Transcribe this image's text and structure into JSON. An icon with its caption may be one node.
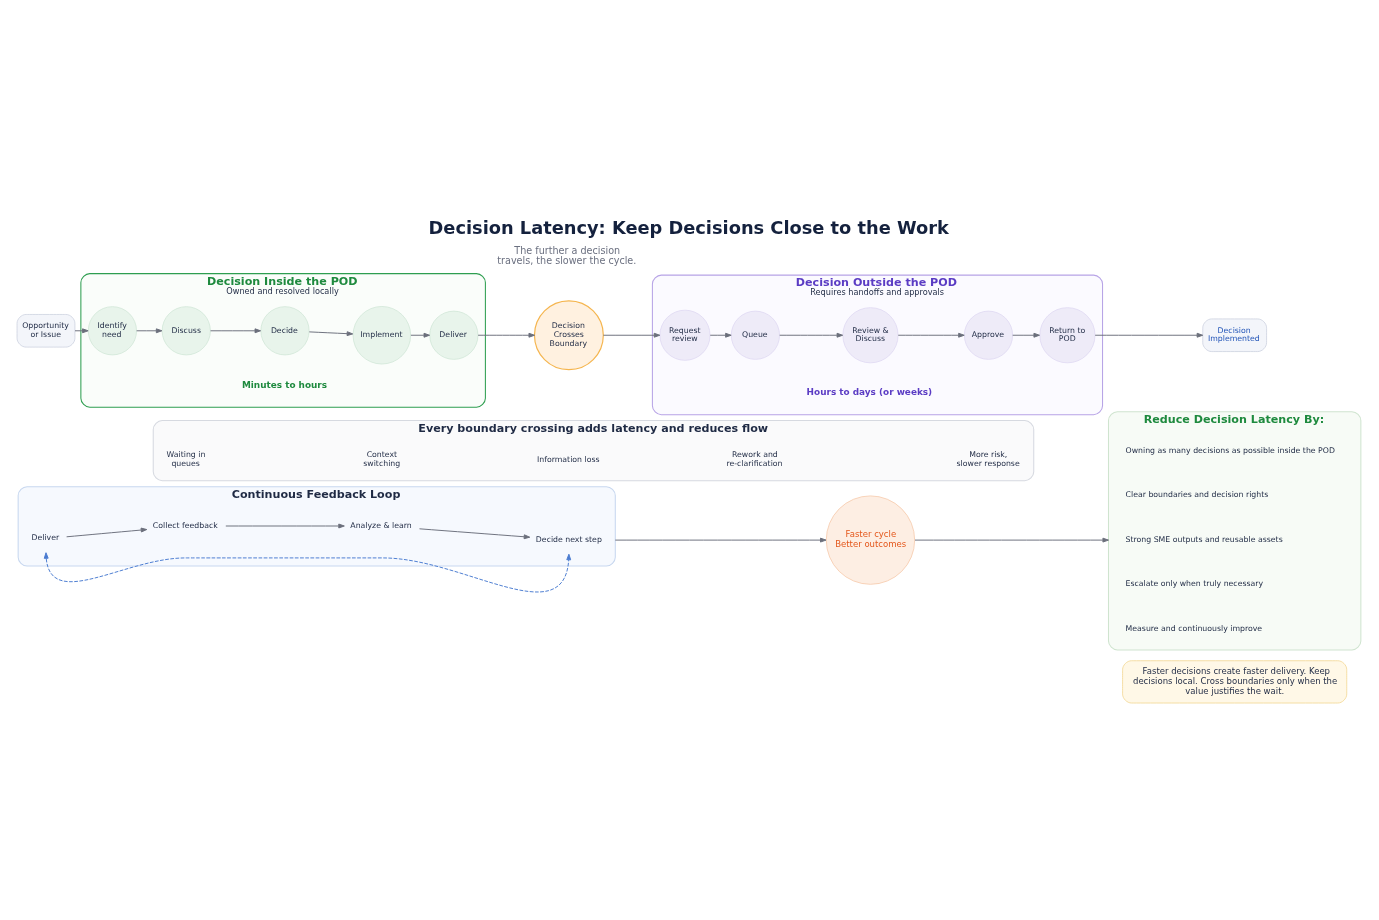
{
  "diagram": {
    "title": "Decision Latency: Keep Decisions Close to the Work",
    "nodes": [
      {
        "text": [
          "Opportunity or Issue"
        ]
      },
      {
        "text": [
          "Decision Inside the POD",
          "Owned and resolved locally"
        ],
        "beside": [
          "Minutes to hours"
        ]
      },
      {
        "text": [
          "Identify need"
        ],
        "in": 1
      },
      {
        "text": [
          "Discuss"
        ],
        "in": 1
      },
      {
        "text": [
          "Decide"
        ],
        "in": 1
      },
      {
        "text": [
          "Implement"
        ],
        "in": 1
      },
      {
        "text": [
          "Deliver"
        ],
        "in": 1
      },
      {
        "text": [
          "Decision Crosses Boundary"
        ]
      },
      {
        "text": [
          "Decision Outside the POD",
          "Requires handoffs and approvals"
        ],
        "beside": [
          "Hours to days (or weeks)"
        ]
      },
      {
        "text": [
          "Request review"
        ],
        "in": 8
      },
      {
        "text": [
          "Queue"
        ],
        "in": 8
      },
      {
        "text": [
          "Review & Discuss"
        ],
        "in": 8
      },
      {
        "text": [
          "Approve"
        ],
        "in": 8
      },
      {
        "text": [
          "Return to POD"
        ],
        "in": 8
      },
      {
        "text": [
          "Decision Implemented"
        ]
      },
      {
        "text": [
          "Every boundary crossing adds latency and reduces flow"
        ]
      },
      {
        "text": [
          "Waiting in queues"
        ],
        "in": 15
      },
      {
        "text": [
          "Context switching"
        ],
        "in": 15
      },
      {
        "text": [
          "Information loss"
        ],
        "in": 15
      },
      {
        "text": [
          "Rework and re-clarification"
        ],
        "in": 15
      },
      {
        "text": [
          "More risk, slower response"
        ],
        "in": 15
      },
      {
        "text": [
          "Continuous Feedback Loop"
        ]
      },
      {
        "text": [
          "Deliver"
        ],
        "in": 21
      },
      {
        "text": [
          "Collect feedback"
        ],
        "in": 21
      },
      {
        "text": [
          "Analyze & learn"
        ],
        "in": 21
      },
      {
        "text": [
          "Decide next step"
        ],
        "in": 21
      },
      {
        "text": [
          "Faster cycle",
          "Better outcomes"
        ]
      },
      {
        "text": [
          "Reduce Decision Latency By:"
        ]
      },
      {
        "text": [
          "Owning as many decisions as possible inside the POD"
        ],
        "in": 27
      },
      {
        "text": [
          "Clear boundaries and decision rights"
        ],
        "in": 27
      },
      {
        "text": [
          "Strong SME outputs and reusable assets"
        ],
        "in": 27
      },
      {
        "text": [
          "Escalate only when truly necessary"
        ],
        "in": 27
      },
      {
        "text": [
          "Measure and continuously improve"
        ],
        "in": 27
      },
      {
        "text": [
          "Faster decisions create faster delivery. Keep decisions local. Cross boundaries only when the value justifies the wait."
        ]
      }
    ],
    "edges": [
      {
        "from": 0,
        "to": 2,
        "arrow": "to"
      },
      {
        "from": 2,
        "to": 3,
        "arrow": "to"
      },
      {
        "from": 3,
        "to": 4,
        "arrow": "to"
      },
      {
        "from": 4,
        "to": 5,
        "arrow": "to"
      },
      {
        "from": 5,
        "to": 6,
        "arrow": "to"
      },
      {
        "from": 6,
        "to": 7,
        "arrow": "to"
      },
      {
        "from": 7,
        "to": 9,
        "arrow": "to"
      },
      {
        "from": 9,
        "to": 10,
        "arrow": "to"
      },
      {
        "from": 10,
        "to": 11,
        "arrow": "to"
      },
      {
        "from": 11,
        "to": 12,
        "arrow": "to"
      },
      {
        "from": 12,
        "to": 13,
        "arrow": "to"
      },
      {
        "from": 13,
        "to": 14,
        "arrow": "to"
      },
      {
        "from": 22,
        "to": 23,
        "arrow": "to"
      },
      {
        "from": 23,
        "to": 24,
        "arrow": "to"
      },
      {
        "from": 24,
        "to": 25,
        "arrow": "to"
      },
      {
        "from": 22,
        "to": 25,
        "arrow": "both",
        "style": "dashed",
        "color": "#4a7bd0"
      },
      {
        "from": 21,
        "to": 26,
        "arrow": "to"
      },
      {
        "from": 26,
        "to": 27,
        "arrow": "to"
      }
    ],
    "labels": [
      "The further a decision travels, the slower the cycle."
    ]
  }
}
